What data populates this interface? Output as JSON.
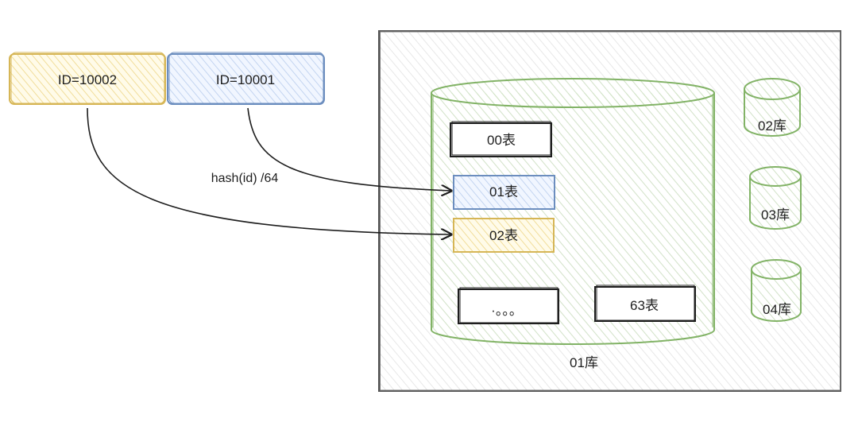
{
  "ids": {
    "left": "ID=10002",
    "right": "ID=10001"
  },
  "edge_label": "hash(id) /64",
  "tables": {
    "t00": "00表",
    "t01": "01表",
    "t02": "02表",
    "ellipsis": "·。。。",
    "t63": "63表"
  },
  "databases": {
    "main": "01库",
    "db02": "02库",
    "db03": "03库",
    "db04": "04库"
  },
  "colors": {
    "yellow_fill": "#fff2cc",
    "yellow_stroke": "#d6b656",
    "blue_fill": "#dae8fc",
    "blue_stroke": "#6c8ebf",
    "green_stroke": "#82b366",
    "line": "#1e1e1e"
  }
}
